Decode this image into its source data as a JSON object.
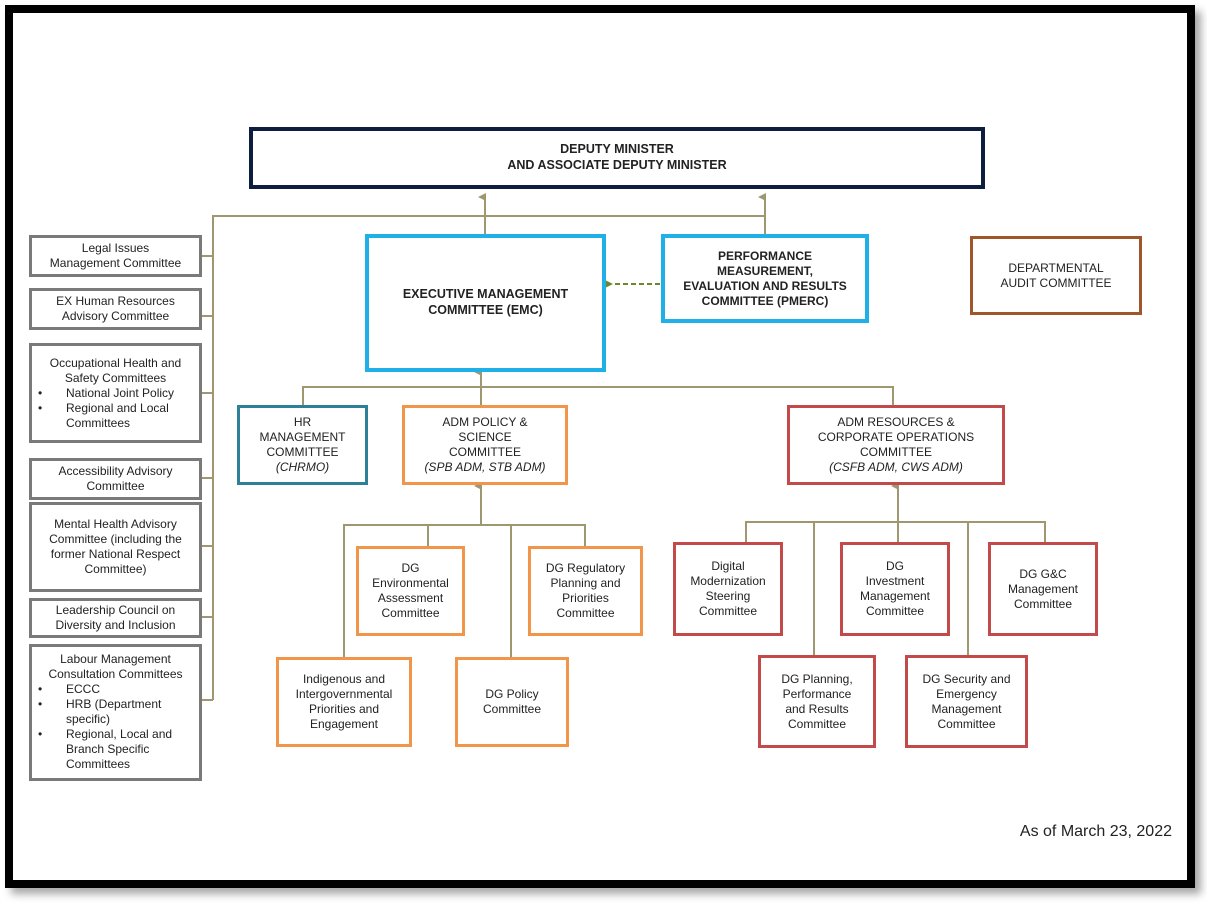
{
  "chart_title": "Departmental governance committee structure",
  "top": {
    "line1": "DEPUTY MINISTER",
    "line2": "AND ASSOCIATE DEPUTY MINISTER"
  },
  "emc": {
    "line1": "EXECUTIVE MANAGEMENT",
    "line2": "COMMITTEE (EMC)"
  },
  "pmerc": {
    "lines": [
      "PERFORMANCE",
      "MEASUREMENT,",
      "EVALUATION AND RESULTS",
      "COMMITTEE (PMERC)"
    ]
  },
  "audit": {
    "line1": "DEPARTMENTAL",
    "line2": "AUDIT COMMITTEE"
  },
  "left_committees": [
    {
      "lines": [
        "Legal Issues",
        "Management Committee"
      ],
      "bullets": []
    },
    {
      "lines": [
        "EX Human Resources",
        "Advisory Committee"
      ],
      "bullets": []
    },
    {
      "lines": [
        "Occupational Health and",
        "Safety Committees"
      ],
      "bullets": [
        "National Joint Policy",
        "Regional and Local Committees"
      ]
    },
    {
      "lines": [
        "Accessibility Advisory",
        "Committee"
      ],
      "bullets": []
    },
    {
      "lines": [
        "Mental Health Advisory",
        "Committee (including the",
        "former National Respect",
        "Committee)"
      ],
      "bullets": []
    },
    {
      "lines": [
        "Leadership Council on",
        "Diversity and Inclusion"
      ],
      "bullets": []
    },
    {
      "lines": [
        "Labour Management",
        "Consultation Committees"
      ],
      "bullets": [
        "ECCC",
        "HRB (Department specific)",
        "Regional, Local and Branch Specific Committees"
      ]
    }
  ],
  "hr": {
    "lines": [
      "HR",
      "MANAGEMENT",
      "COMMITTEE"
    ],
    "chair": "(CHRMO)"
  },
  "adm_policy": {
    "lines": [
      "ADM POLICY &",
      "SCIENCE",
      "COMMITTEE"
    ],
    "chair": "(SPB ADM, STB ADM)"
  },
  "adm_resources": {
    "lines": [
      "ADM RESOURCES &",
      "CORPORATE OPERATIONS",
      "COMMITTEE"
    ],
    "chair": "(CSFB ADM, CWS ADM)"
  },
  "policy_children": [
    {
      "lines": [
        "DG",
        "Environmental",
        "Assessment",
        "Committee"
      ]
    },
    {
      "lines": [
        "DG Regulatory",
        "Planning and",
        "Priorities",
        "Committee"
      ]
    },
    {
      "lines": [
        "Indigenous and",
        "Intergovernmental",
        "Priorities and",
        "Engagement"
      ]
    },
    {
      "lines": [
        "DG Policy",
        "Committee"
      ]
    }
  ],
  "resources_children": [
    {
      "lines": [
        "Digital",
        "Modernization",
        "Steering",
        "Committee"
      ]
    },
    {
      "lines": [
        "DG",
        "Investment",
        "Management",
        "Committee"
      ]
    },
    {
      "lines": [
        "DG G&C",
        "Management",
        "Committee"
      ]
    },
    {
      "lines": [
        "DG Planning,",
        "Performance",
        "and Results",
        "Committee"
      ]
    },
    {
      "lines": [
        "DG Security and",
        "Emergency",
        "Management",
        "Committee"
      ]
    }
  ],
  "colors": {
    "connector": "#9e9770",
    "dashed": "#6a8a2a",
    "emc": "#1fb0e8",
    "top": "#0d1d3d",
    "policy": "#f0954a",
    "resources": "#c34a4a",
    "hr": "#2e7f98",
    "audit": "#a0552a",
    "left": "#7a7a7a"
  },
  "date_label": "As of March 23, 2022"
}
